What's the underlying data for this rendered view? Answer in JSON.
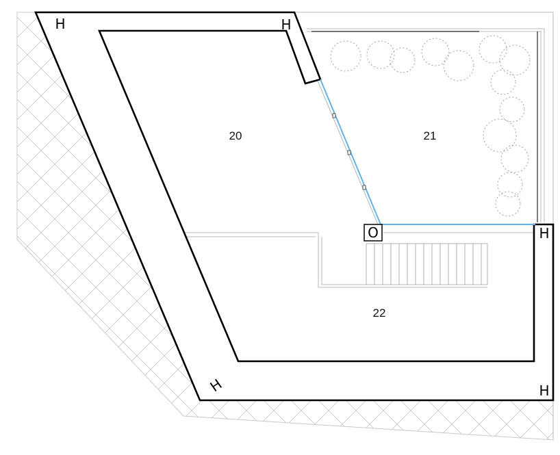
{
  "rooms": [
    {
      "id": "20",
      "label": "20"
    },
    {
      "id": "21",
      "label": "21"
    },
    {
      "id": "22",
      "label": "22"
    }
  ],
  "column_markers": {
    "glyph": "H",
    "count": 5
  },
  "structural_column": {
    "glyph": "O"
  },
  "colors": {
    "wall": "#000000",
    "glazing": "#5fb3ea",
    "hatch": "#c8c8c8",
    "vegetation": "#8a8a8a"
  },
  "icons": [
    "h-column-icon",
    "round-column-icon",
    "tree-icon",
    "stair-icon"
  ]
}
